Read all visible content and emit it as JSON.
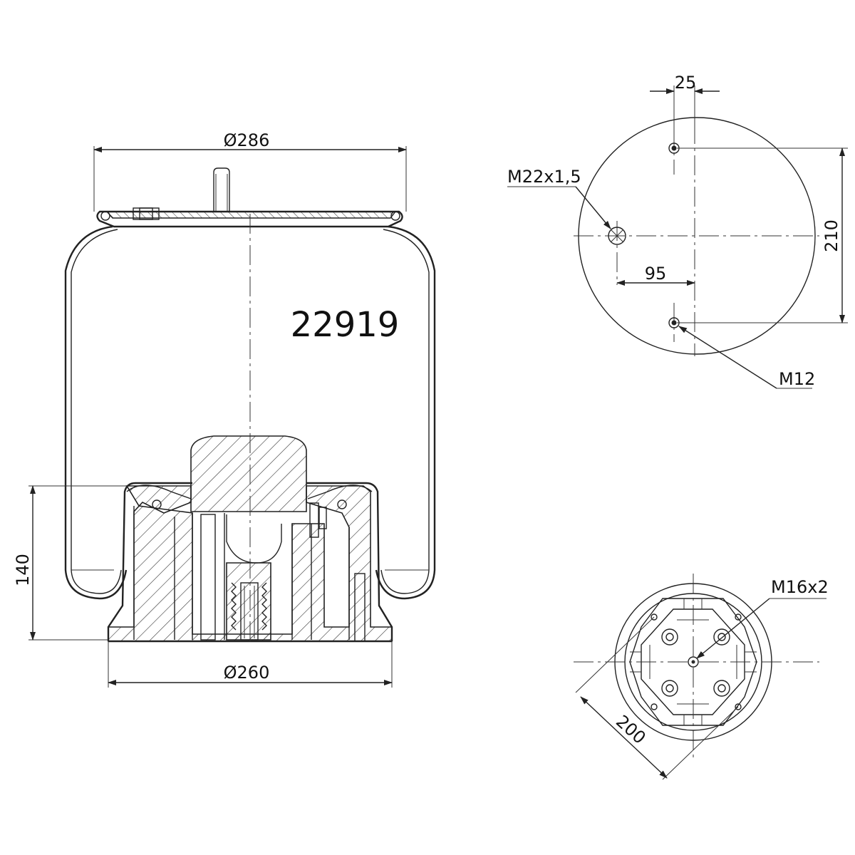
{
  "part_number": "22919",
  "dimensions": {
    "top_diameter": "Ø286",
    "bottom_diameter": "Ø260",
    "height_140": "140",
    "top_offset_25": "25",
    "hole_spacing_210": "210",
    "offset_95": "95",
    "bottom_circle_200": "200"
  },
  "threads": {
    "air_fitting": "M22x1,5",
    "top_stud": "M12",
    "bottom_bolt": "M16x2"
  }
}
